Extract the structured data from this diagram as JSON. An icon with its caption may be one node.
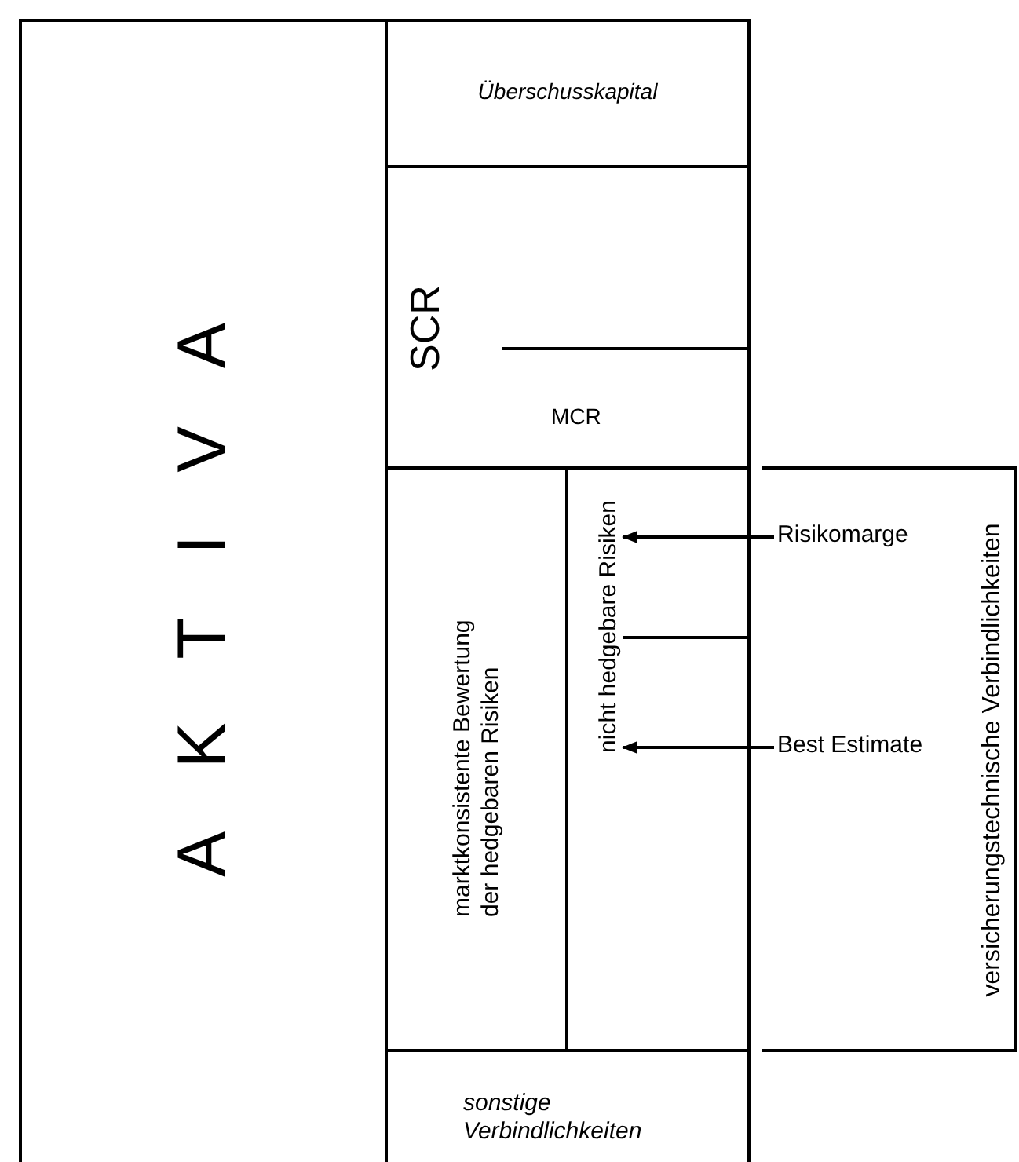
{
  "diagram": {
    "nodes": [
      {
        "text": [
          "AKTIVA"
        ]
      },
      {
        "text": [
          "Überschusskapital"
        ]
      },
      {
        "text": [
          "SCR",
          "MCR"
        ]
      },
      {
        "text": [],
        "shape": "box"
      },
      {
        "text": [
          "marktkonsistente Bewertung der hedgebaren Risiken"
        ],
        "in": 3
      },
      {
        "text": [
          "nicht hedgebare Risiken"
        ],
        "in": 3
      },
      {
        "text": [
          "sonstige Verbindlichkeiten"
        ]
      },
      {
        "text": [
          "versicherungstechnische Verbindlichkeiten"
        ]
      },
      {
        "text": [
          "Risikomarge"
        ],
        "in": 7
      },
      {
        "text": [
          "Best Estimate"
        ],
        "in": 7
      }
    ],
    "edges": [
      {
        "from": 8,
        "to": 5,
        "arrow": "to"
      },
      {
        "from": 9,
        "to": 5,
        "arrow": "to"
      }
    ]
  }
}
